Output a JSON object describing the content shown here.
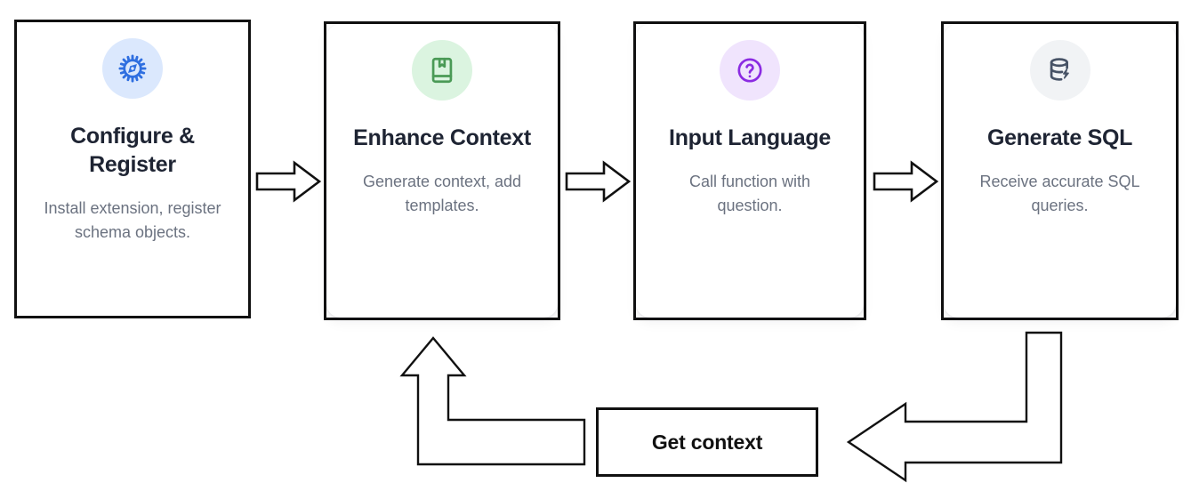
{
  "diagram": {
    "type": "flow-diagram",
    "title": "",
    "steps": [
      {
        "index": 1,
        "icon": "gear-compass-icon",
        "icon_color": "#2f6fe0",
        "icon_bg": "#dbe8fd",
        "title": "Configure & Register",
        "description": "Install extension, register schema objects."
      },
      {
        "index": 2,
        "icon": "book-bookmark-icon",
        "icon_color": "#4a9a56",
        "icon_bg": "#dbf4e0",
        "title": "Enhance Context",
        "description": "Generate context, add templates."
      },
      {
        "index": 3,
        "icon": "question-mark-circle-icon",
        "icon_color": "#8b2be2",
        "icon_bg": "#f0e4fd",
        "title": "Input Language",
        "description": "Call function with question."
      },
      {
        "index": 4,
        "icon": "database-lightning-icon",
        "icon_color": "#475366",
        "icon_bg": "#f1f3f5",
        "title": "Generate SQL",
        "description": "Receive accurate SQL queries."
      }
    ],
    "connectors": [
      {
        "name": "arrow-step1-to-step2",
        "direction": "right"
      },
      {
        "name": "arrow-step2-to-step3",
        "direction": "right"
      },
      {
        "name": "arrow-step3-to-step4",
        "direction": "right"
      },
      {
        "name": "arrow-step4-to-get-context",
        "direction": "down-then-left"
      },
      {
        "name": "arrow-get-context-to-step2",
        "direction": "left-then-up"
      }
    ],
    "feedback_node": {
      "label": "Get context"
    },
    "colors": {
      "outline": "#111111",
      "card_background": "#ffffff",
      "title_text": "#1e2433",
      "body_text": "#6b7280",
      "page_background": "#ffffff"
    }
  }
}
